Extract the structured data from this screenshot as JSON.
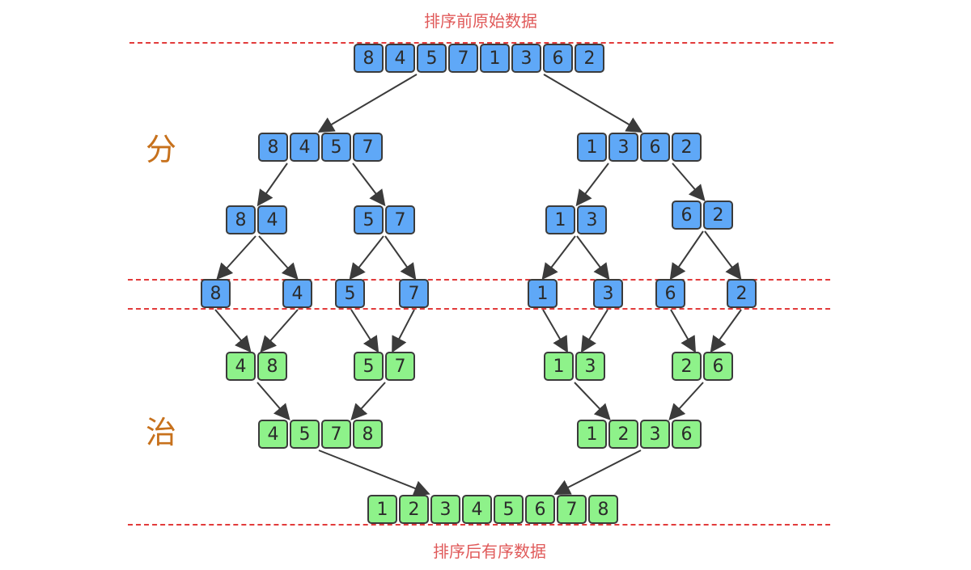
{
  "labels": {
    "top": "排序前原始数据",
    "bottom": "排序后有序数据",
    "split": "分",
    "merge": "治"
  },
  "colors": {
    "split_box": "#5fa8f7",
    "merge_box": "#8ef28a",
    "dash_line": "#e23b3b",
    "phase_text": "#c7711c",
    "caption_text": "#e05a5a"
  },
  "split": {
    "root": [
      "8",
      "4",
      "5",
      "7",
      "1",
      "3",
      "6",
      "2"
    ],
    "level1": [
      [
        "8",
        "4",
        "5",
        "7"
      ],
      [
        "1",
        "3",
        "6",
        "2"
      ]
    ],
    "level2": [
      [
        "8",
        "4"
      ],
      [
        "5",
        "7"
      ],
      [
        "1",
        "3"
      ],
      [
        "6",
        "2"
      ]
    ],
    "level3": [
      [
        "8"
      ],
      [
        "4"
      ],
      [
        "5"
      ],
      [
        "7"
      ],
      [
        "1"
      ],
      [
        "3"
      ],
      [
        "6"
      ],
      [
        "2"
      ]
    ]
  },
  "merge": {
    "level1": [
      [
        "4",
        "8"
      ],
      [
        "5",
        "7"
      ],
      [
        "1",
        "3"
      ],
      [
        "2",
        "6"
      ]
    ],
    "level2": [
      [
        "4",
        "5",
        "7",
        "8"
      ],
      [
        "1",
        "2",
        "3",
        "6"
      ]
    ],
    "result": [
      "1",
      "2",
      "3",
      "4",
      "5",
      "6",
      "7",
      "8"
    ]
  }
}
